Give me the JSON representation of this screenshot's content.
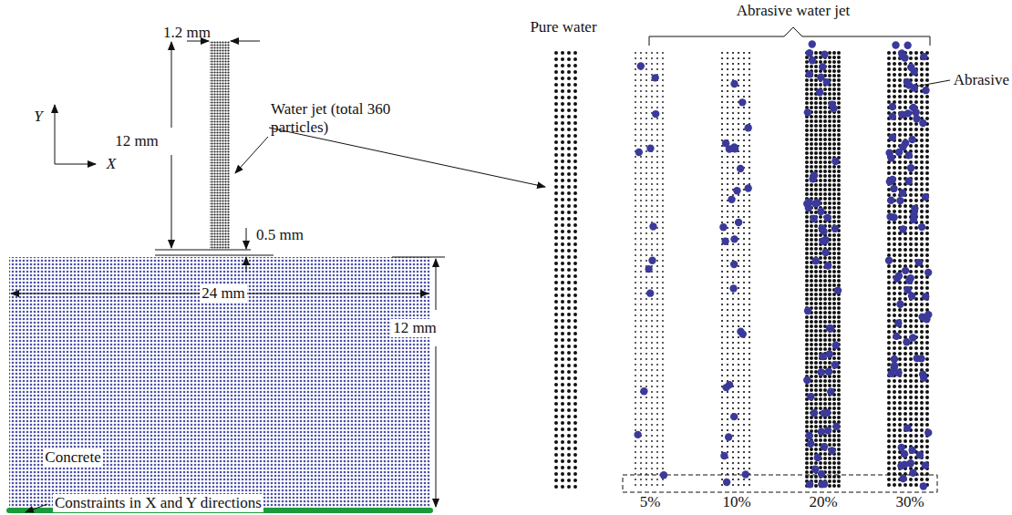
{
  "diagram": {
    "labels": [
      "1.2 mm",
      "12 mm",
      "Water jet (total 360 particles)",
      "0.5 mm",
      "24 mm",
      "12 mm",
      "Y",
      "X",
      "Concrete",
      "Constraints in X and Y directions",
      "Pure water",
      "Abrasive water jet",
      "Abrasive",
      "5%",
      "10%",
      "20%",
      "30%"
    ]
  }
}
